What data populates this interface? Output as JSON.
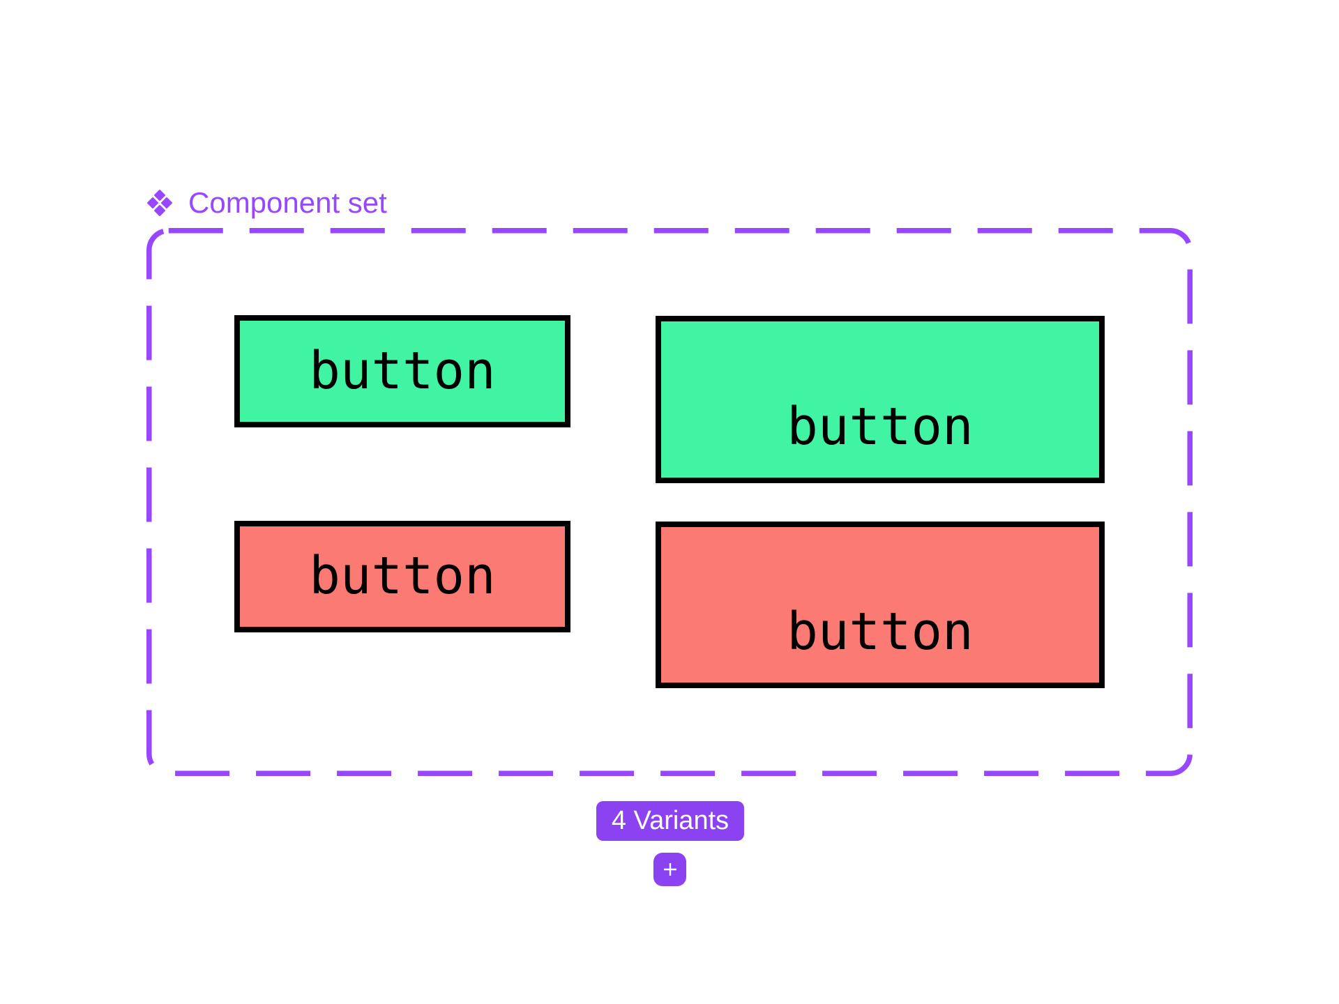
{
  "component_set": {
    "label": "Component set",
    "variants_badge": "4 Variants"
  },
  "variants": [
    {
      "label": "button",
      "fill": "green",
      "size": "small",
      "position": "top-left"
    },
    {
      "label": "button",
      "fill": "green",
      "size": "large",
      "position": "top-right"
    },
    {
      "label": "button",
      "fill": "red",
      "size": "small",
      "position": "bottom-left"
    },
    {
      "label": "button",
      "fill": "red",
      "size": "large",
      "position": "bottom-right"
    }
  ],
  "colors": {
    "component_purple": "#9747FF",
    "badge_purple": "#8B42F0",
    "variant_green": "#40F4A3",
    "variant_red": "#FB7A74",
    "button_border": "#000000",
    "button_text": "#000000",
    "badge_text": "#FFFFFF",
    "canvas_background": "#FFFFFF"
  }
}
